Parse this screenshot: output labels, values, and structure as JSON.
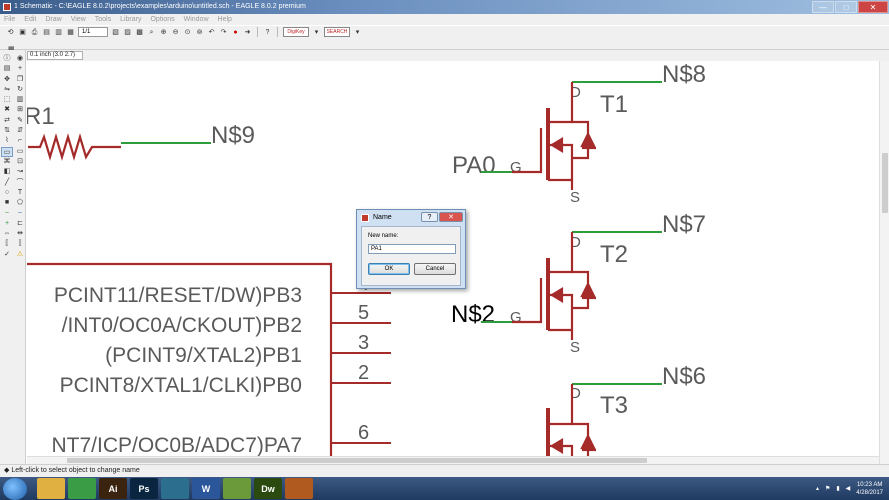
{
  "titlebar": {
    "title": "1 Schematic - C:\\EAGLE 8.0.2\\projects\\examples\\arduino\\untitled.sch - EAGLE 8.0.2 premium",
    "minimize": "—",
    "maximize": "□",
    "close": "✕"
  },
  "menu": {
    "items": [
      "File",
      "Edit",
      "Draw",
      "View",
      "Tools",
      "Library",
      "Options",
      "Window",
      "Help"
    ]
  },
  "toolbar": {
    "sheet_select": "1/1",
    "logo1": "DigiKey",
    "logo2": "SEARCH"
  },
  "coordinate": "0.1 inch (3.0 2.7)",
  "schematic": {
    "resistor_name": "R1",
    "net_n9": "N$9",
    "net_n8": "N$8",
    "net_n7": "N$7",
    "net_n6": "N$6",
    "net_pa0": "PA0",
    "net_n2": "N$2",
    "gate_g": "G",
    "drain_d": "D",
    "source_s": "S",
    "transistors": [
      "T1",
      "T2",
      "T3"
    ],
    "pins": [
      {
        "label": "PCINT11/RESET/DW)PB3",
        "number": "4"
      },
      {
        "label": "/INT0/OC0A/CKOUT)PB2",
        "number": "5"
      },
      {
        "label": "(PCINT9/XTAL2)PB1",
        "number": "3"
      },
      {
        "label": "PCINT8/XTAL1/CLKI)PB0",
        "number": "2"
      },
      {
        "label": "NT7/ICP/OC0B/ADC7)PA7",
        "number": "6"
      }
    ],
    "colors": {
      "part": "#a52a2a",
      "net": "#2e9c3a",
      "text": "#5a5a5a",
      "selected_text": "#000000"
    }
  },
  "dialog": {
    "title": "Name",
    "help": "?",
    "close": "✕",
    "label": "New name:",
    "value": "PA1",
    "ok": "OK",
    "cancel": "Cancel"
  },
  "statusbar": {
    "text": "Left-click to select object to change name"
  },
  "taskbar": {
    "apps": [
      {
        "name": "explorer",
        "label": "",
        "color": "#e0b040"
      },
      {
        "name": "chrome",
        "label": "",
        "color": "#3a9d46"
      },
      {
        "name": "illustrator",
        "label": "Ai",
        "color": "#3a2410"
      },
      {
        "name": "photoshop",
        "label": "Ps",
        "color": "#0a2540"
      },
      {
        "name": "app5",
        "label": "",
        "color": "#2c6e8e"
      },
      {
        "name": "word",
        "label": "W",
        "color": "#2b579a"
      },
      {
        "name": "app7",
        "label": "",
        "color": "#6a9a3a"
      },
      {
        "name": "dreamweaver",
        "label": "Dw",
        "color": "#2a4a10"
      },
      {
        "name": "eagle",
        "label": "",
        "color": "#b05a20"
      }
    ],
    "time": "10:23 AM",
    "date": "4/28/2017"
  }
}
